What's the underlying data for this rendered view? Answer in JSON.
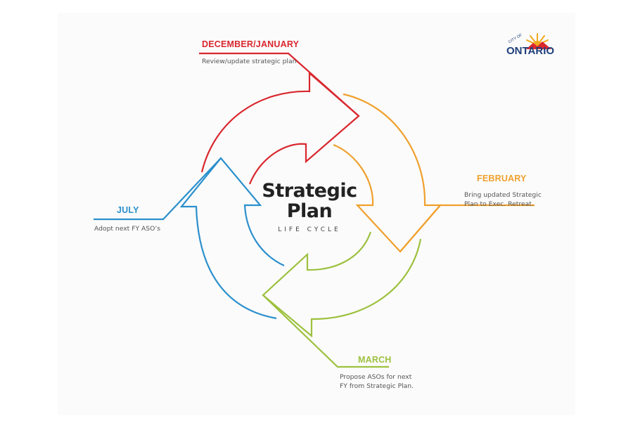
{
  "center": {
    "title": "Strategic Plan",
    "subtitle": "LIFE CYCLE"
  },
  "stages": [
    {
      "heading": "DECEMBER/JANUARY",
      "description": [
        "Review/update strategic plan"
      ],
      "color": "#d9272e"
    },
    {
      "heading": "FEBRUARY",
      "description": [
        "Bring updated Strategic",
        "Plan to Exec. Retreat."
      ],
      "color": "#f0a02c"
    },
    {
      "heading": "MARCH",
      "description": [
        "Propose ASOs for next",
        "FY from Strategic Plan."
      ],
      "color": "#9dc13f"
    },
    {
      "heading": "JULY",
      "description": [
        "Adopt next FY ASO’s"
      ],
      "color": "#2b8fcc"
    }
  ],
  "logo": {
    "small_text": "CITY OF",
    "name": "ONTARIO",
    "name_color": "#1f3f7a",
    "sun_color": "#f2a81d",
    "mountain_color": "#d9272e"
  }
}
